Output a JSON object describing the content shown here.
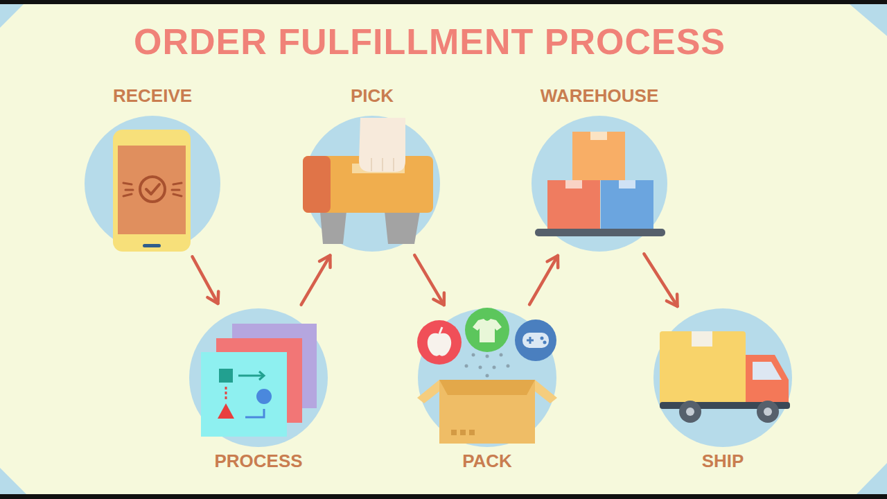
{
  "diagram": {
    "title": "ORDER FULFILLMENT PROCESS",
    "nodes": [
      {
        "text": [
          "RECEIVE"
        ]
      },
      {
        "text": [
          "PROCESS"
        ]
      },
      {
        "text": [
          "PICK"
        ]
      },
      {
        "text": [
          "PACK"
        ]
      },
      {
        "text": [
          "WAREHOUSE"
        ]
      },
      {
        "text": [
          "SHIP"
        ]
      }
    ],
    "edges": [
      {
        "from": 0,
        "to": 1,
        "arrow": "to"
      },
      {
        "from": 1,
        "to": 2,
        "arrow": "to"
      },
      {
        "from": 2,
        "to": 3,
        "arrow": "to"
      },
      {
        "from": 3,
        "to": 4,
        "arrow": "to"
      },
      {
        "from": 4,
        "to": 5,
        "arrow": "to"
      }
    ]
  }
}
